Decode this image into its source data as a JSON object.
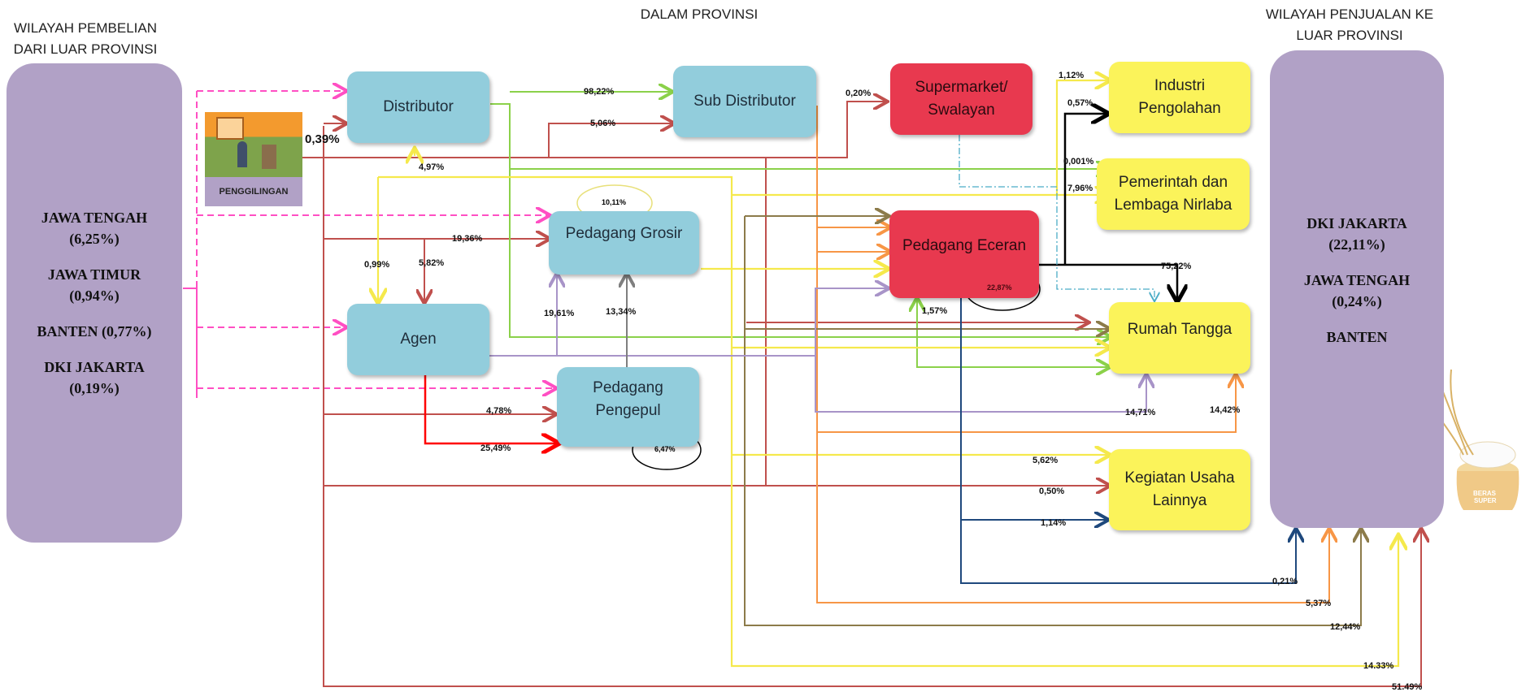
{
  "headers": {
    "left": "WILAYAH PEMBELIAN\nDARI LUAR PROVINSI",
    "center": "DALAM PROVINSI",
    "right": "WILAYAH PENJUALAN KE\nLUAR PROVINSI"
  },
  "source_region": [
    "JAWA TENGAH",
    "(6,25%)",
    "JAWA TIMUR",
    "(0,94%)",
    "BANTEN (0,77%)",
    "DKI JAKARTA",
    "(0,19%)"
  ],
  "destination_region": [
    "DKI JAKARTA",
    "(22,11%)",
    "JAWA TENGAH",
    "(0,24%)",
    "BANTEN"
  ],
  "nodes": {
    "distributor": "Distributor",
    "sub_distributor": "Sub Distributor",
    "supermarket": "Supermarket/\nSwalayan",
    "industri": "Industri\nPengolahan",
    "pemerintah": "Pemerintah dan\nLembaga Nirlaba",
    "pedagang_grosir": "Pedagang Grosir",
    "pedagang_eceran": "Pedagang Eceran",
    "agen": "Agen",
    "rumah_tangga": "Rumah Tangga",
    "pedagang_pengepul": "Pedagang\nPengepul",
    "kegiatan_usaha": "Kegiatan Usaha\nLainnya",
    "penggilingan": "PENGGILINGAN"
  },
  "inner_percent": {
    "grosir": "10,11%",
    "eceran": "22,87%",
    "pengepul": "6,47%"
  },
  "flow_labels": {
    "p_039": "0,39%",
    "p_9822": "98,22%",
    "p_506": "5,06%",
    "p_020": "0,20%",
    "p_112": "1,12%",
    "p_057": "0,57%",
    "p_0001": "0,001%",
    "p_796": "7,96%",
    "p_497": "4,97%",
    "p_1936": "19,36%",
    "p_099": "0,99%",
    "p_582": "5,82%",
    "p_7522": "75,22%",
    "p_1961": "19,61%",
    "p_1334": "13,34%",
    "p_157": "1,57%",
    "p_1471": "14,71%",
    "p_1442": "14,42%",
    "p_478": "4,78%",
    "p_2549": "25,49%",
    "p_562": "5,62%",
    "p_050": "0,50%",
    "p_114": "1,14%",
    "p_021": "0,21%",
    "p_537": "5,37%",
    "p_1244": "12,44%",
    "p_1433": "14.33%",
    "p_5149": "51.49%"
  },
  "colors": {
    "purple": "#b1a1c6",
    "blue_node": "#92cddc",
    "red_node": "#e8394f",
    "yellow_node": "#fbf35a",
    "pink_dash": "#ff4fc3",
    "brick": "#c0504d",
    "green": "#8bd14a",
    "yellow_line": "#f5e94c",
    "orange": "#f79646",
    "olive": "#8c7b4a",
    "lavender": "#a894c8",
    "gray": "#7f7f7f",
    "navy": "#1f497d",
    "black": "#000000",
    "red": "#ff0000",
    "cyan_dash": "#4bacc6"
  },
  "icons": [
    "rice-sack-icon",
    "rice-stalk-icon",
    "rice-mill-icon"
  ]
}
